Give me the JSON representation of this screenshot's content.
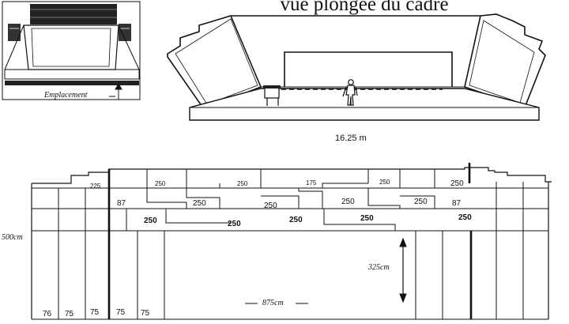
{
  "title": "vue plongée du cadre",
  "thumbnail": {
    "caption": "Emplacement"
  },
  "perspective": {
    "width_label": "16.25 m"
  },
  "plan": {
    "height_label": "500cm",
    "opening_height_label": "325cm",
    "opening_width_label": "875cm",
    "bottom_widths": [
      "76",
      "75",
      "75",
      "75",
      "75"
    ],
    "row1": [
      "225",
      "250",
      "250",
      "175",
      "250",
      "250"
    ],
    "row2": [
      "87",
      "250",
      "250",
      "250",
      "250",
      "87"
    ],
    "row3": [
      "250",
      "250",
      "250",
      "250",
      "250"
    ]
  }
}
